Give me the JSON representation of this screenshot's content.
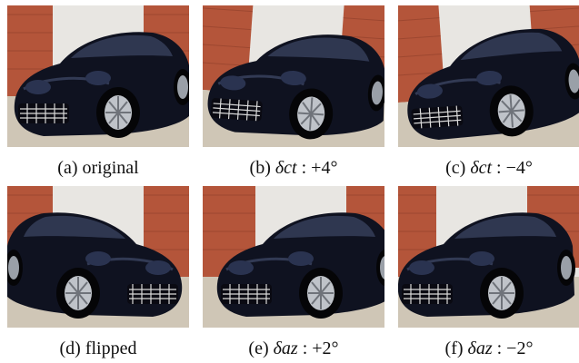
{
  "figure": {
    "panels": [
      {
        "caption_prefix": "(a) original",
        "math": "",
        "value": "",
        "flip": false,
        "tilt": 0,
        "az": 0
      },
      {
        "caption_prefix": "(b) ",
        "math": "δct",
        "value": " : +4°",
        "flip": false,
        "tilt": 4,
        "az": 0
      },
      {
        "caption_prefix": "(c) ",
        "math": "δct",
        "value": " : −4°",
        "flip": false,
        "tilt": -4,
        "az": 0
      },
      {
        "caption_prefix": "(d) flipped",
        "math": "",
        "value": "",
        "flip": true,
        "tilt": 0,
        "az": 0
      },
      {
        "caption_prefix": "(e) ",
        "math": "δaz",
        "value": " : +2°",
        "flip": false,
        "tilt": 0,
        "az": 2
      },
      {
        "caption_prefix": "(f) ",
        "math": "δaz",
        "value": " : −2°",
        "flip": false,
        "tilt": 0,
        "az": -2
      }
    ],
    "colors": {
      "car_body": "#0f1220",
      "car_highlight": "#4a5578",
      "wall": "#b4553a",
      "ground": "#cfc6b6",
      "sky": "#e8e6e2",
      "grille": "#d9d9d9"
    }
  }
}
